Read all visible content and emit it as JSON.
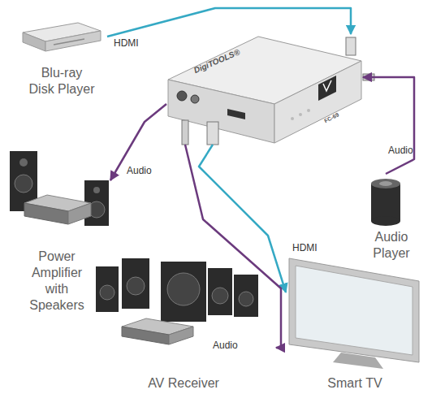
{
  "diagram": {
    "nodes": [
      {
        "text": [
          "Blu-ray Disk Player"
        ]
      },
      {
        "text": [
          "DigiTOOLS®",
          "FC-69"
        ]
      },
      {
        "text": [
          "Power Amplifier with Speakers"
        ]
      },
      {
        "text": [
          "Audio Player"
        ]
      },
      {
        "text": [
          "AV Receiver"
        ]
      },
      {
        "text": [
          "Smart TV"
        ]
      }
    ],
    "edges": [
      {
        "from": 0,
        "to": 1,
        "label": "HDMI",
        "arrow": "to"
      },
      {
        "from": 1,
        "to": 5,
        "label": "HDMI",
        "arrow": "to"
      },
      {
        "from": 3,
        "to": 1,
        "label": "Audio",
        "arrow": "to"
      },
      {
        "from": 1,
        "to": 2,
        "label": "Audio",
        "arrow": "to"
      },
      {
        "from": 1,
        "to": 4,
        "label": "Audio",
        "arrow": "to"
      }
    ]
  }
}
